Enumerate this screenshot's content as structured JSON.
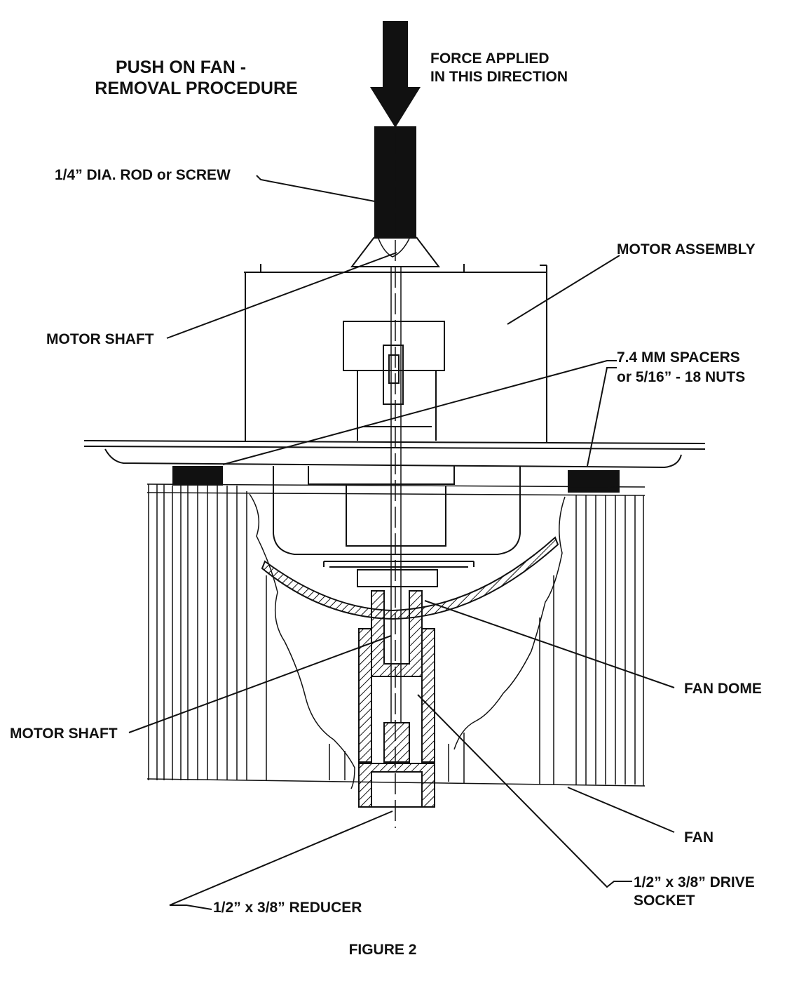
{
  "title": {
    "line1": "PUSH ON FAN -",
    "line2": "REMOVAL PROCEDURE"
  },
  "labels": {
    "force_line1": "FORCE APPLIED",
    "force_line2": "IN THIS DIRECTION",
    "rod": "1/4” DIA. ROD or SCREW",
    "motor_assembly": "MOTOR ASSEMBLY",
    "motor_shaft_top": "MOTOR SHAFT",
    "spacers_line1": "7.4 MM SPACERS",
    "spacers_line2": "or 5/16” - 18 NUTS",
    "fan_dome": "FAN DOME",
    "motor_shaft_bottom": "MOTOR SHAFT",
    "fan": "FAN",
    "drive_socket_line1": "1/2” x 3/8” DRIVE",
    "drive_socket_line2": "SOCKET",
    "reducer": "1/2” x 3/8” REDUCER"
  },
  "caption": "FIGURE 2",
  "colors": {
    "ink": "#111111",
    "background": "#ffffff"
  }
}
